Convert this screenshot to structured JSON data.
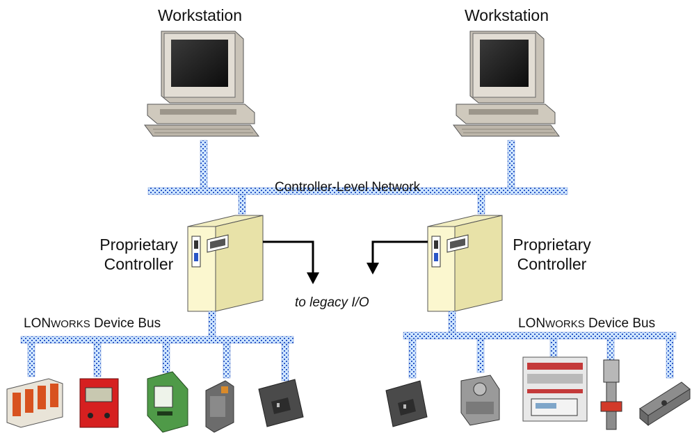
{
  "workstations": [
    {
      "label": "Workstation"
    },
    {
      "label": "Workstation"
    }
  ],
  "network": {
    "label": "Controller-Level Network"
  },
  "controllers": [
    {
      "line1": "Proprietary",
      "line2": "Controller"
    },
    {
      "line1": "Proprietary",
      "line2": "Controller"
    }
  ],
  "legacy": {
    "label": "to legacy I/O"
  },
  "device_buses": [
    {
      "lon": "LON",
      "works": "WORKS",
      "suffix": " Device Bus"
    },
    {
      "lon": "LON",
      "works": "WORKS",
      "suffix": " Device Bus"
    }
  ],
  "colors": {
    "bus_fill": "#cfe6ff",
    "bus_dots": "#2a56c6",
    "cabinet_front": "#fbf7cf",
    "cabinet_side": "#e8e2a8",
    "monitor": "#d9d4cb"
  }
}
